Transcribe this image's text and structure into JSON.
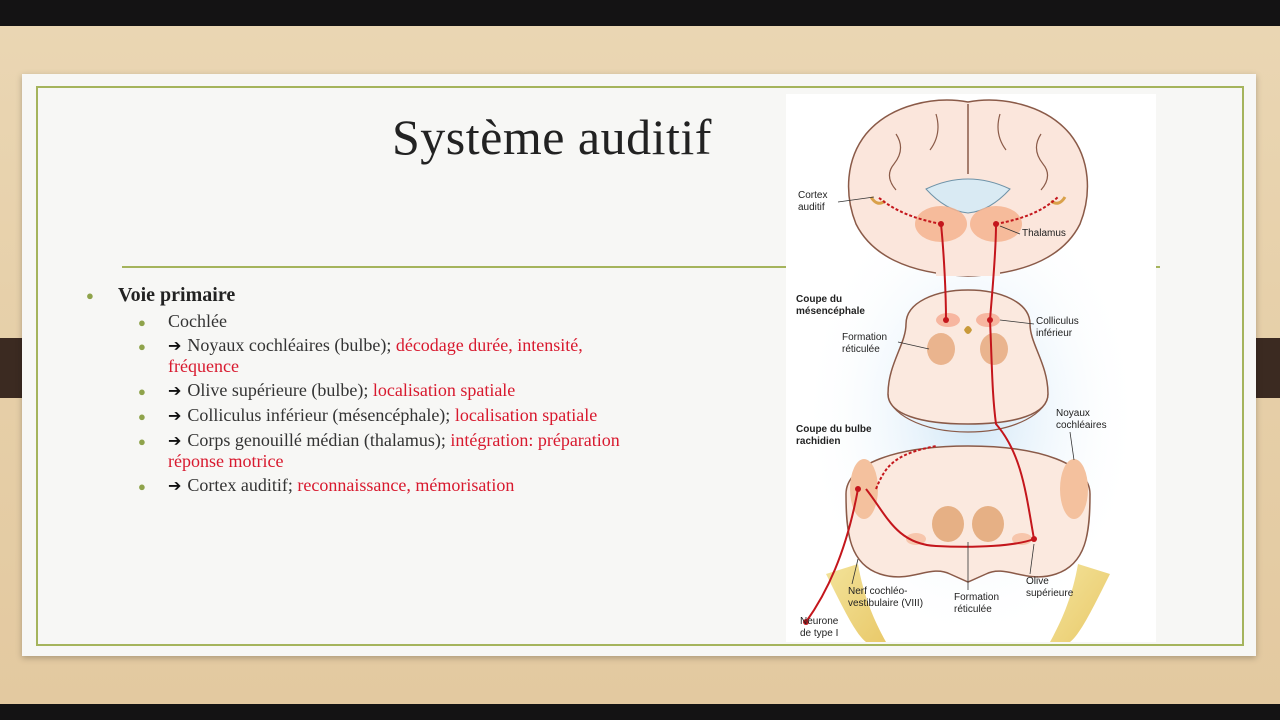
{
  "slide": {
    "title": "Système auditif",
    "main_item": "Voie primaire",
    "items": [
      {
        "normal": "Cochlée",
        "highlight": "",
        "arrow": false
      },
      {
        "normal": "Noyaux cochléaires (bulbe); ",
        "highlight": "décodage durée, intensité, fréquence",
        "arrow": true
      },
      {
        "normal": "Olive supérieure (bulbe); ",
        "highlight": "localisation spatiale",
        "arrow": true
      },
      {
        "normal": "Colliculus inférieur (mésencéphale); ",
        "highlight": "localisation spatiale",
        "arrow": true
      },
      {
        "normal": "Corps genouillé médian (thalamus); ",
        "highlight": "intégration: préparation réponse motrice",
        "arrow": true
      },
      {
        "normal": "Cortex auditif; ",
        "highlight": "reconnaissance, mémorisation",
        "arrow": true
      }
    ]
  },
  "figure": {
    "labels": {
      "cortex_auditif_1": "Cortex",
      "cortex_auditif_2": "auditif",
      "thalamus": "Thalamus",
      "coupe_mes_1": "Coupe du",
      "coupe_mes_2": "mésencéphale",
      "formation_ret_top_1": "Formation",
      "formation_ret_top_2": "réticulée",
      "colliculus_1": "Colliculus",
      "colliculus_2": "inférieur",
      "coupe_bulbe_1": "Coupe du bulbe",
      "coupe_bulbe_2": "rachidien",
      "noyaux_1": "Noyaux",
      "noyaux_2": "cochléaires",
      "nerf_1": "Nerf cochléo-",
      "nerf_2": "vestibulaire (VIII)",
      "formation_ret_bot_1": "Formation",
      "formation_ret_bot_2": "réticulée",
      "olive_1": "Olive",
      "olive_2": "supérieure",
      "neurone_1": "Neurone",
      "neurone_2": "de type I"
    }
  },
  "colors": {
    "accent_green": "#a5b45c",
    "highlight_red": "#d8192e",
    "pathway_red": "#c4161c"
  }
}
